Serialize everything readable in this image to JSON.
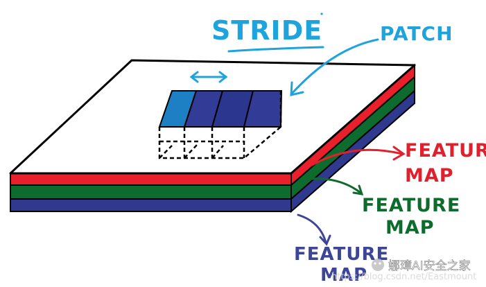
{
  "labels": {
    "stride": "STRIDE",
    "patch": "PATCH",
    "feature_map_red": {
      "line1": "FEATURE",
      "line2": "MAP"
    },
    "feature_map_green": {
      "line1": "FEATURE",
      "line2": "MAP"
    },
    "feature_map_blue": {
      "line1": "FEATURE",
      "line2": "MAP"
    }
  },
  "watermark": {
    "brand": "娜璋AI安全之家",
    "url": "https://blog.csdn.net/Eastmount"
  },
  "colors": {
    "stride_text": "#1fa3dc",
    "patch_arrow": "#1fa3dc",
    "red_layer": "#e8202b",
    "green_layer": "#0d6b2e",
    "blue_layer": "#2f3a8f",
    "patch_dark": "#323b96",
    "patch_light": "#1d7fc4",
    "red_text": "#e0202c",
    "green_text": "#0f6b2c",
    "blue_text": "#3d4596"
  }
}
